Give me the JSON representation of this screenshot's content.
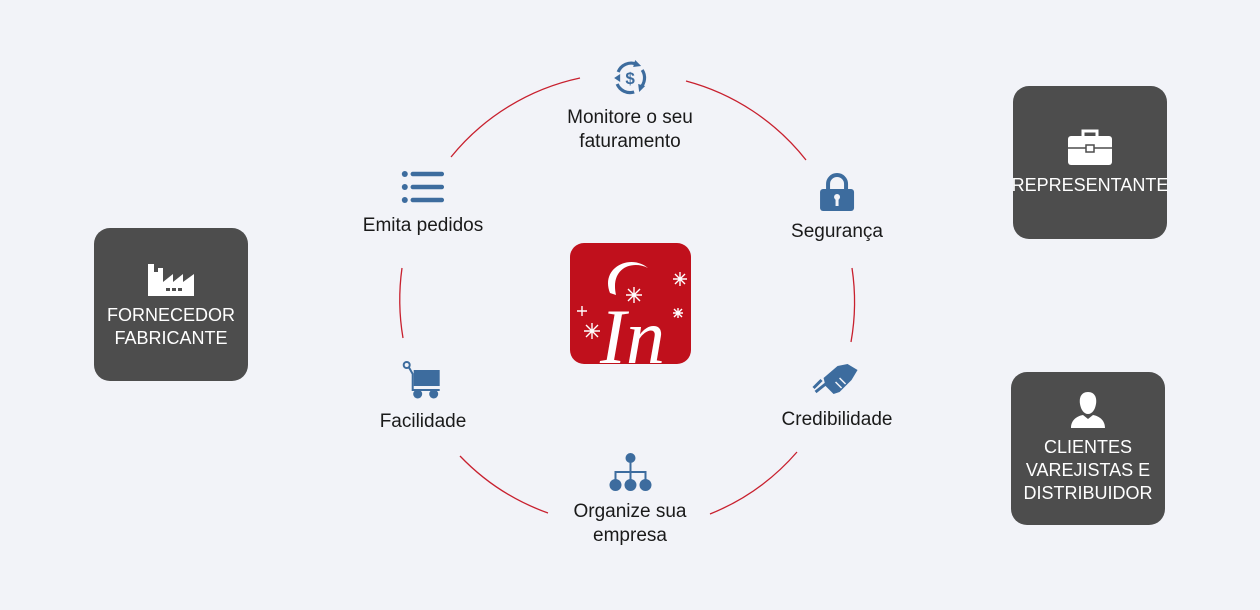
{
  "colors": {
    "background": "#f2f3f8",
    "ring": "#c8202e",
    "icon_blue": "#3d6c9e",
    "box_bg": "#4d4d4d",
    "box_text": "#ffffff",
    "logo_red": "#c0101c"
  },
  "logo": {
    "text": "In",
    "icon": "in-crescent-stars-logo"
  },
  "features": [
    {
      "label": "Monitore o seu faturamento",
      "lines": [
        "Monitore o seu",
        "faturamento"
      ],
      "icon": "dollar-cycle-icon"
    },
    {
      "label": "Segurança",
      "lines": [
        "Segurança"
      ],
      "icon": "padlock-icon"
    },
    {
      "label": "Credibilidade",
      "lines": [
        "Credibilidade"
      ],
      "icon": "handshake-icon"
    },
    {
      "label": "Organize sua empresa",
      "lines": [
        "Organize sua",
        "empresa"
      ],
      "icon": "org-chart-icon"
    },
    {
      "label": "Facilidade",
      "lines": [
        "Facilidade"
      ],
      "icon": "shopping-cart-icon"
    },
    {
      "label": "Emita pedidos",
      "lines": [
        "Emita pedidos"
      ],
      "icon": "list-icon"
    }
  ],
  "roles": [
    {
      "lines": [
        "FORNECEDOR",
        "FABRICANTE"
      ],
      "icon": "factory-icon"
    },
    {
      "lines": [
        "REPRESENTANTE"
      ],
      "icon": "briefcase-icon"
    },
    {
      "lines": [
        "CLIENTES",
        "VAREJISTAS E",
        "DISTRIBUIDOR"
      ],
      "icon": "user-icon"
    }
  ]
}
